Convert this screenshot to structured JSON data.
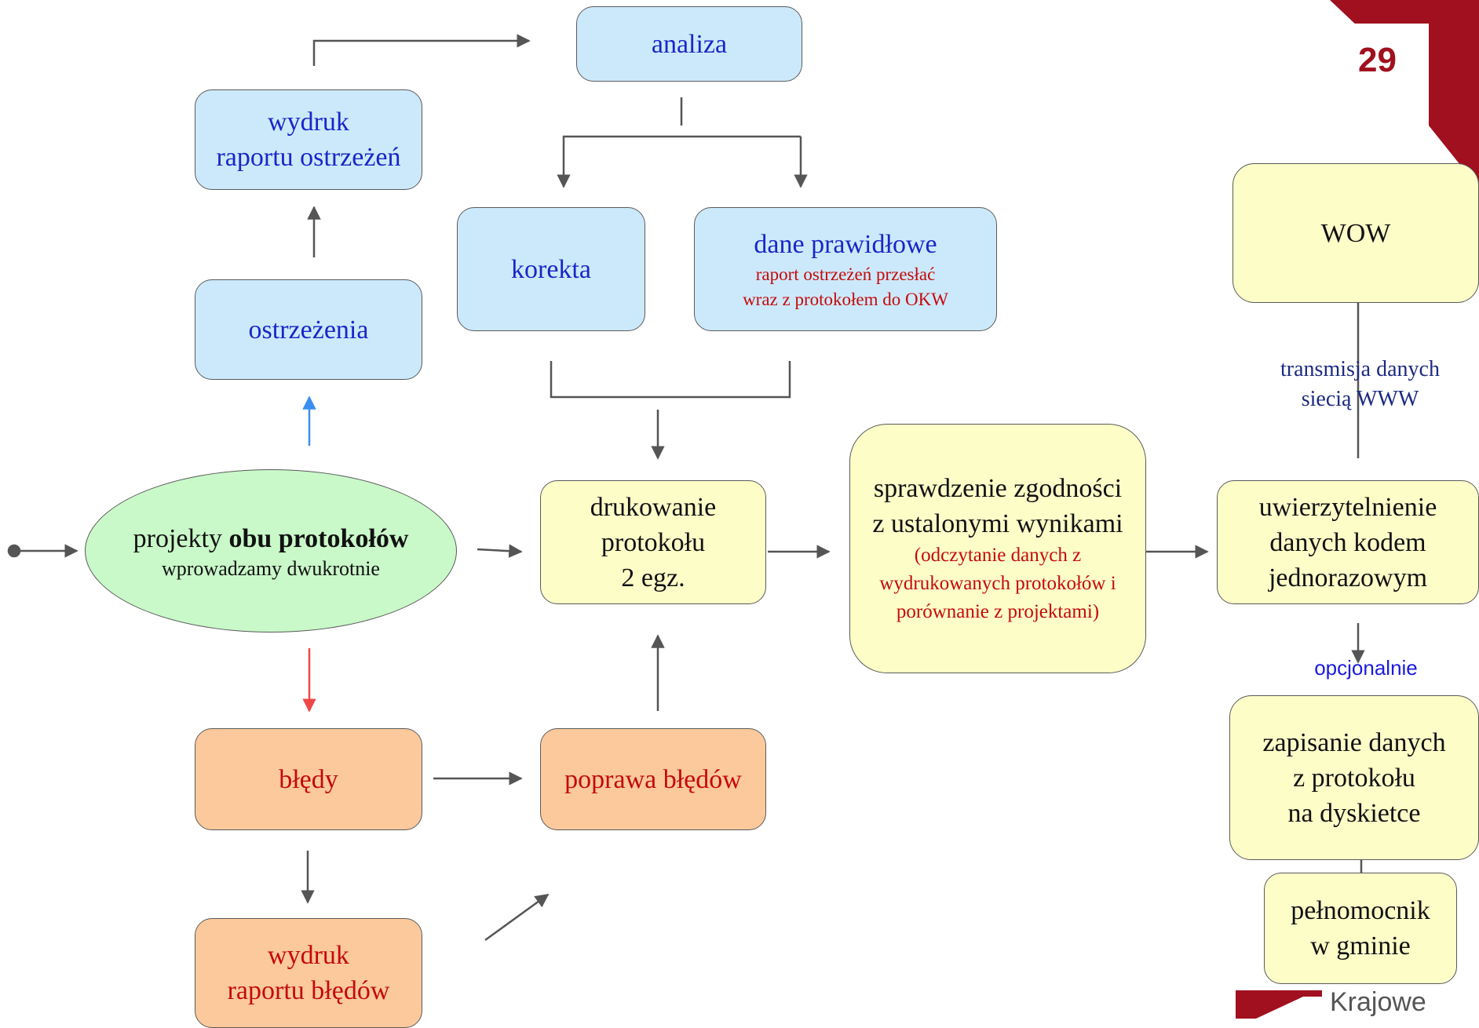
{
  "page_number": "29",
  "logo_text": "Krajowe",
  "nodes": {
    "analiza": "analiza",
    "wydruk_raportu_ostrzezen": [
      "wydruk",
      "raportu ostrzeżeń"
    ],
    "ostrzezenia": "ostrzeżenia",
    "korekta": "korekta",
    "dane_prawidlowe": {
      "title": "dane prawidłowe",
      "note": [
        "raport ostrzeżeń przesłać",
        "wraz z protokołem do OKW"
      ]
    },
    "projekty": {
      "prefix": "projekty ",
      "bold": "obu protokołów",
      "sub": "wprowadzamy dwukrotnie"
    },
    "drukowanie": [
      "drukowanie",
      "protokołu",
      "2 egz."
    ],
    "sprawdzenie": {
      "title": [
        "sprawdzenie zgodności",
        "z ustalonymi wynikami"
      ],
      "note": [
        "(odczytanie danych z",
        "wydrukowanych protokołów i",
        "porównanie z projektami)"
      ]
    },
    "uwierzytelnienie": [
      "uwierzytelnienie",
      "danych kodem",
      "jednorazowym"
    ],
    "wow": "WOW",
    "bledy": "błędy",
    "poprawa_bledow": "poprawa błędów",
    "wydruk_raportu_bledow": [
      "wydruk",
      "raportu błędów"
    ],
    "zapisanie": [
      "zapisanie danych",
      "z protokołu",
      "na dyskietce"
    ],
    "pelnomocnik": [
      "pełnomocnik",
      "w gminie"
    ]
  },
  "labels": {
    "transmisja": [
      "transmisja danych",
      "siecią WWW"
    ],
    "opcjonalnie": "opcjonalnie"
  },
  "colors": {
    "box_blue": "#cce9fb",
    "box_yellow": "#fdfdc8",
    "box_orange": "#fcc99c",
    "ellipse_green": "#c9f8c9",
    "text_blue": "#1a26c8",
    "text_red": "#c40a0a",
    "arrow_gray": "#555555",
    "arrow_blue": "#3a8ef0",
    "arrow_red": "#f04848",
    "brand_red": "#a0101f"
  }
}
